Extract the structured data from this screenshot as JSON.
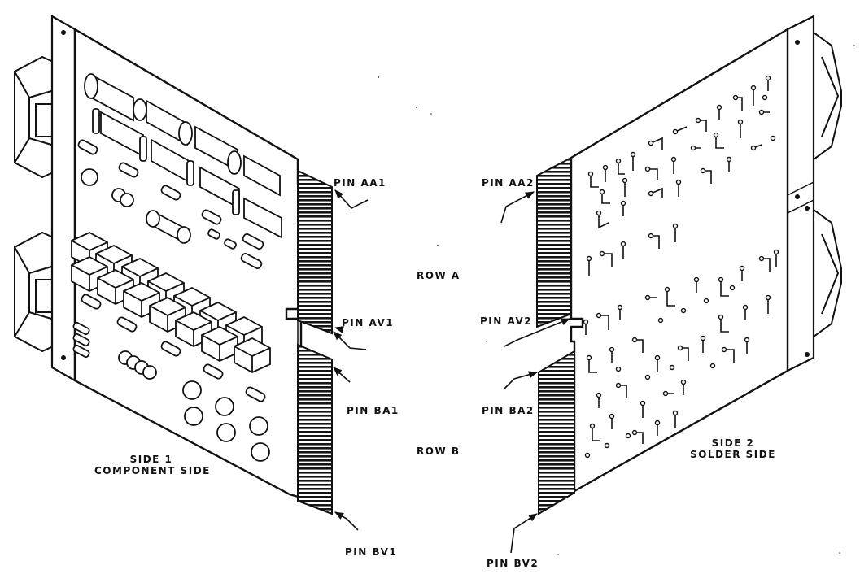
{
  "side1": {
    "caption_line1": "SIDE 1",
    "caption_line2": "COMPONENT SIDE",
    "pins": {
      "aa": "PIN AA1",
      "av": "PIN AV1",
      "ba": "PIN BA1",
      "bv": "PIN BV1"
    }
  },
  "side2": {
    "caption_line1": "SIDE 2",
    "caption_line2": "SOLDER SIDE",
    "pins": {
      "aa": "PIN AA2",
      "av": "PIN AV2",
      "ba": "PIN BA2",
      "bv": "PIN BV2"
    }
  },
  "rows": {
    "a": "ROW A",
    "b": "ROW B"
  }
}
